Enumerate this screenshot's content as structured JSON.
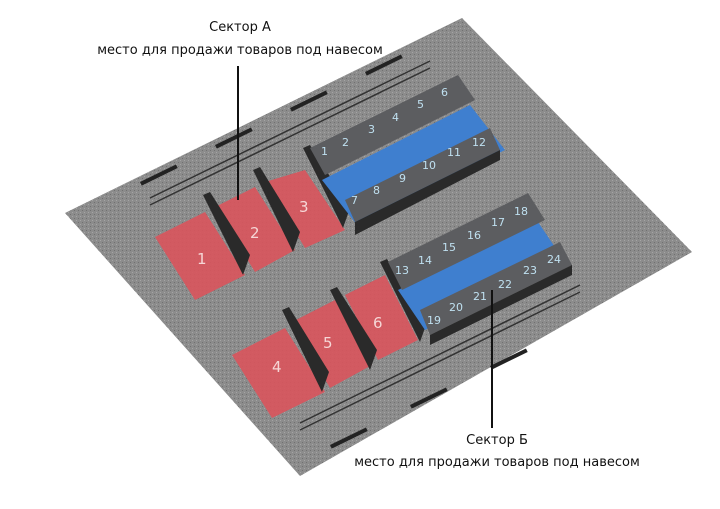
{
  "sector_a": {
    "title": "Сектор А",
    "subtitle": "место для продажи товаров под навесом"
  },
  "sector_b": {
    "title": "Сектор Б",
    "subtitle": "место для продажи товаров под навесом"
  },
  "open_pads": [
    "1",
    "2",
    "3",
    "4",
    "5",
    "6"
  ],
  "stalls_a": [
    "1",
    "2",
    "3",
    "4",
    "5",
    "6",
    "7",
    "8",
    "9",
    "10",
    "11",
    "12"
  ],
  "stalls_b": [
    "13",
    "14",
    "15",
    "16",
    "17",
    "18",
    "19",
    "20",
    "21",
    "22",
    "23",
    "24"
  ],
  "colors": {
    "ground": "#8a8a8a",
    "pad": "#d9545c",
    "canopy_floor": "#3f7fcf",
    "roof": "#5c5d60",
    "fence": "#2a2a2a"
  }
}
